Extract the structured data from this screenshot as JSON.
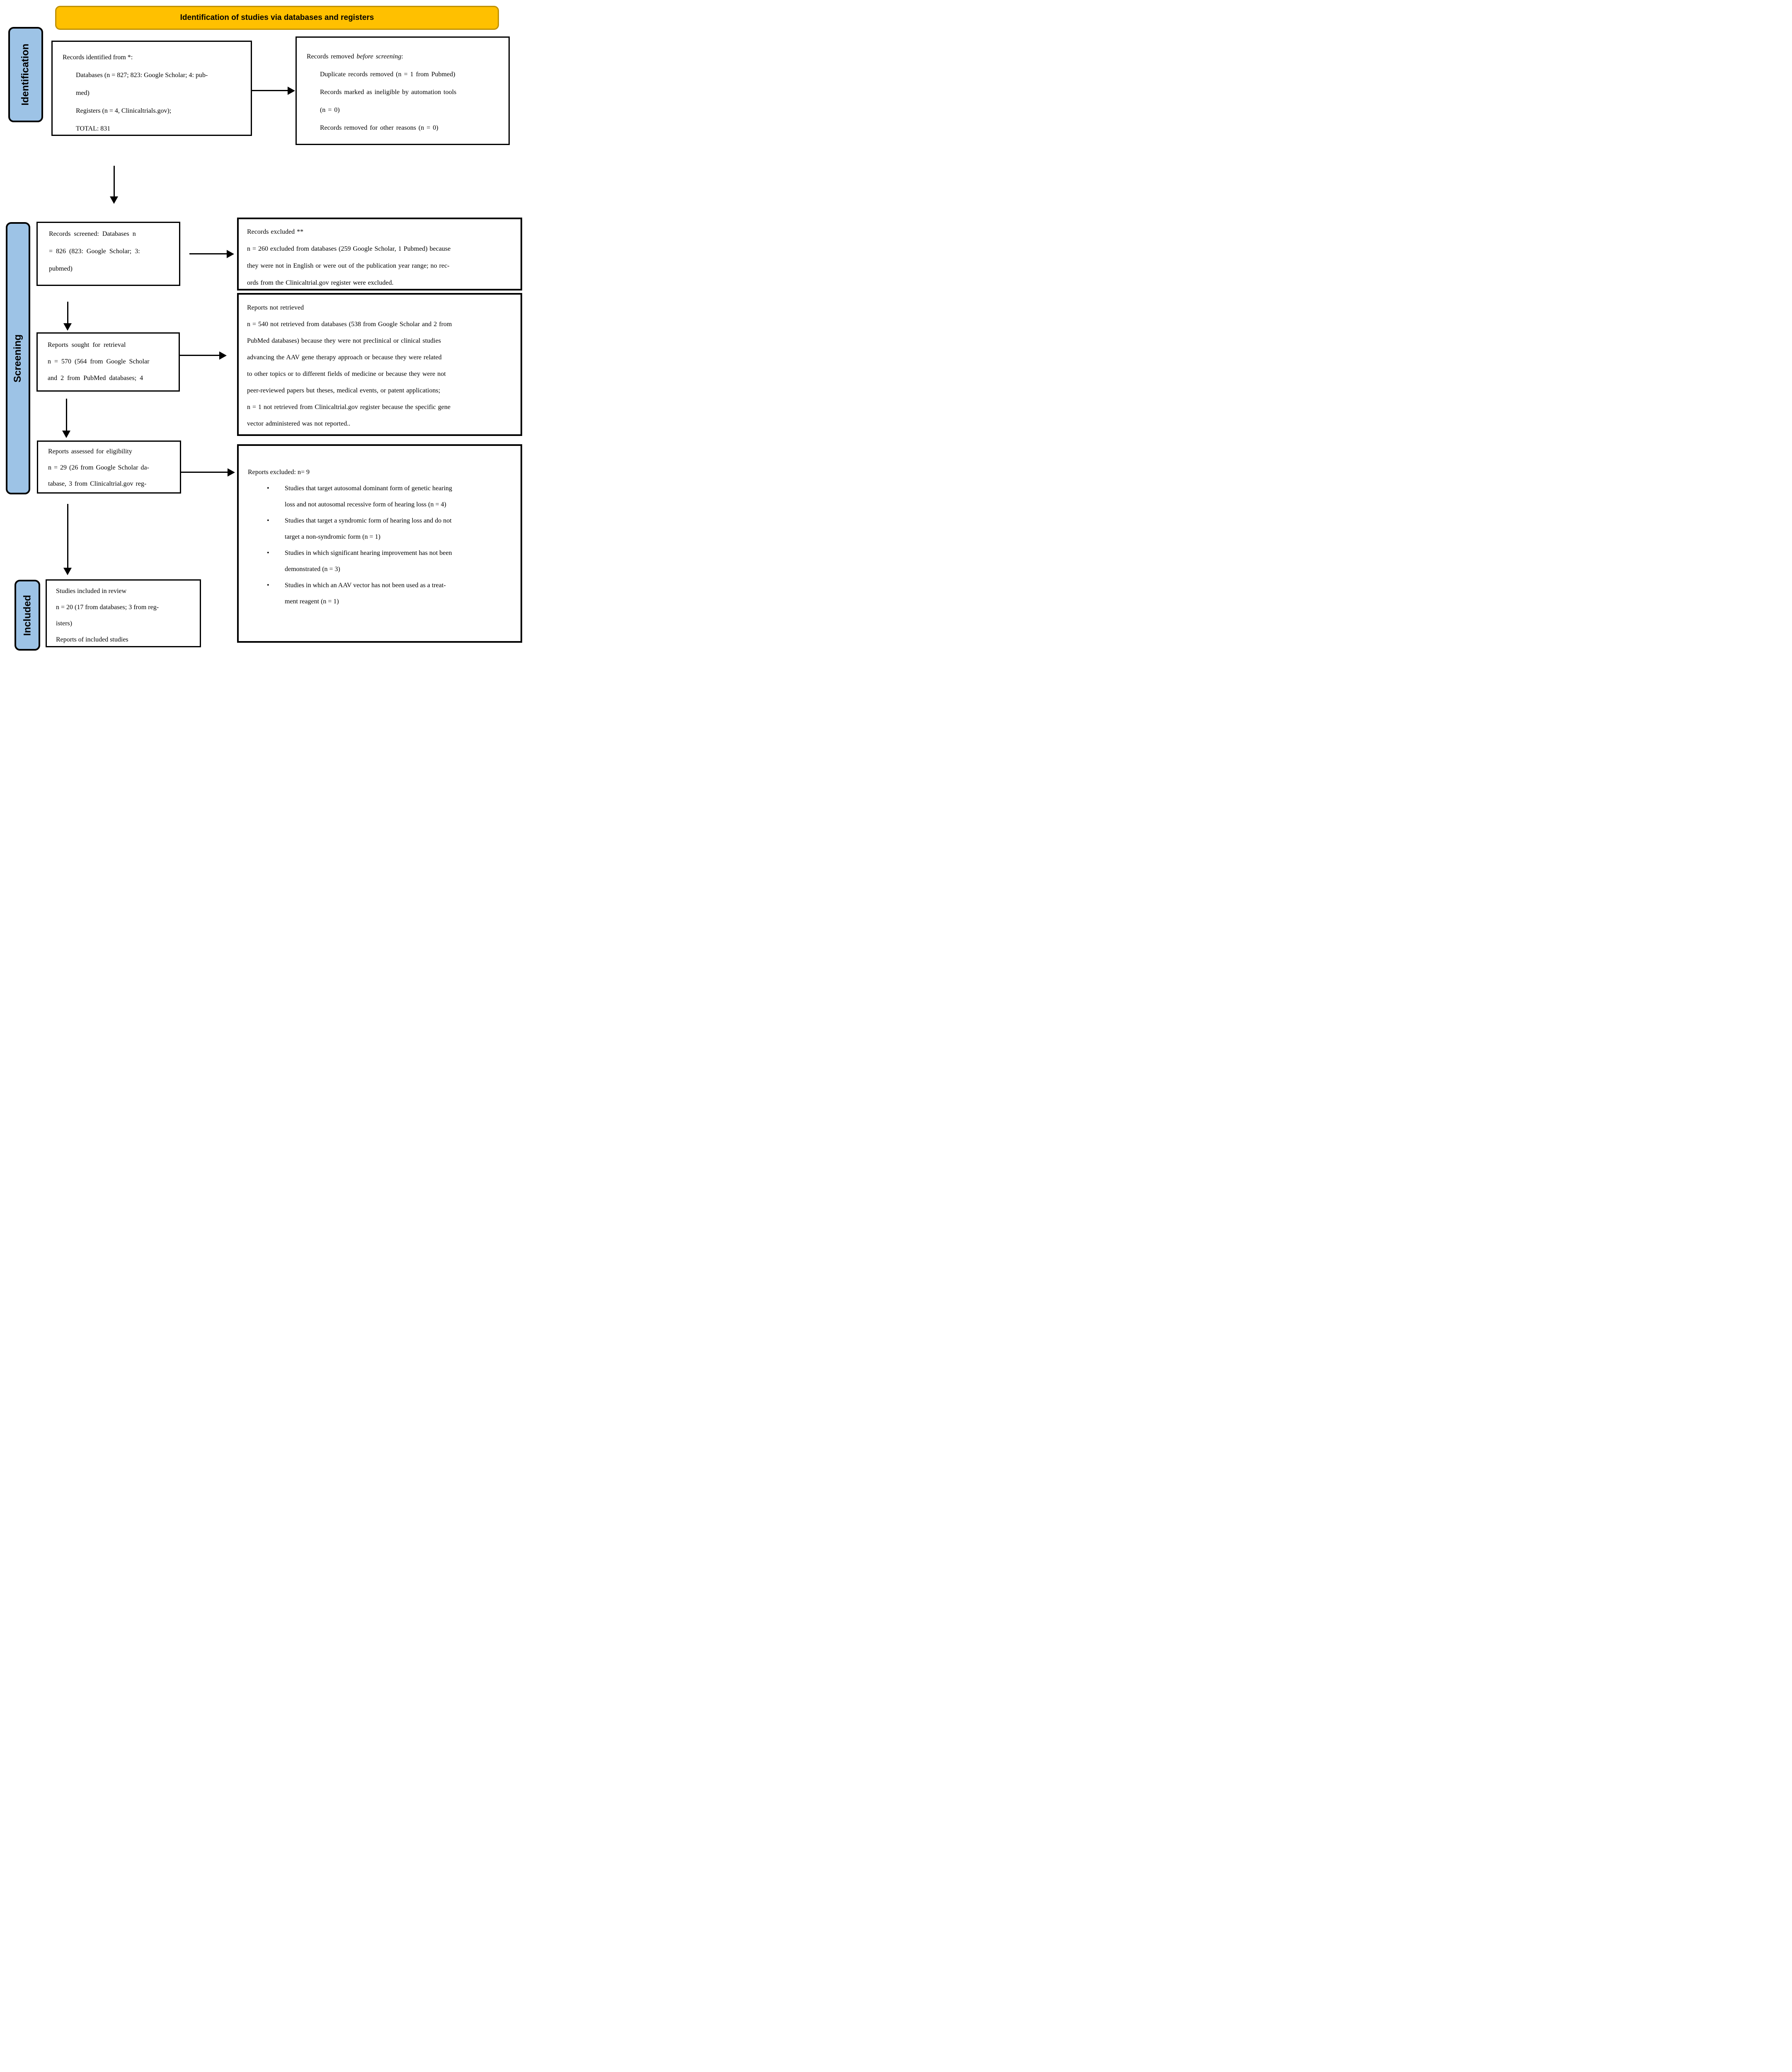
{
  "banner": {
    "title": "Identification of studies via databases and registers"
  },
  "stages": {
    "identification": "Identification",
    "screening": "Screening",
    "included": "Included"
  },
  "boxes": {
    "records_identified": {
      "title": "Records identified from *:",
      "indented_lines": [
        "Databases (n = 827; 823: Google Scholar; 4: pub-",
        "med)",
        "Registers (n = 4, Clinicaltrials.gov);",
        "TOTAL: 831"
      ]
    },
    "records_removed": {
      "title_prefix": "Records removed ",
      "title_italic": "before screening",
      "title_suffix": ":",
      "indented_lines": [
        "Duplicate records removed (n = 1 from Pubmed)",
        "Records marked as ineligible by automation tools",
        "(n = 0)",
        "Records removed for other reasons (n = 0)"
      ]
    },
    "records_screened": {
      "lines": [
        "Records screened: Databases n",
        "= 826 (823: Google Scholar; 3:",
        "pubmed)"
      ]
    },
    "records_excluded": {
      "lines": [
        "Records excluded **",
        "n = 260 excluded from databases (259 Google Scholar, 1 Pubmed) because",
        "they were not in English or were out of the publication year range; no rec-",
        "ords from the Clinicaltrial.gov register were excluded."
      ]
    },
    "reports_sought": {
      "lines": [
        "Reports sought for retrieval",
        "n = 570 (564 from Google Scholar",
        "and 2 from PubMed databases; 4"
      ]
    },
    "reports_not_retrieved": {
      "lines": [
        "Reports not retrieved",
        "n = 540 not retrieved from databases (538 from Google Scholar and 2 from",
        "PubMed databases) because they were not preclinical or clinical studies",
        "advancing the AAV gene therapy approach or because they were related",
        "to other topics or to different fields of medicine or because they were not",
        "peer-reviewed papers but theses, medical events, or patent applications;",
        "n = 1 not retrieved from Clinicaltrial.gov register because the specific gene",
        "vector administered was not reported.."
      ]
    },
    "reports_assessed": {
      "lines": [
        "Reports assessed for eligibility",
        "n = 29 (26 from Google Scholar da-",
        "tabase, 3 from Clinicaltrial.gov reg-"
      ]
    },
    "reports_excluded": {
      "title": "Reports excluded: n= 9",
      "bullets": [
        [
          "Studies that target autosomal dominant form of genetic hearing",
          "loss and not autosomal recessive form of hearing loss (n = 4)"
        ],
        [
          "Studies that target a syndromic form of hearing loss and do not",
          "target a non-syndromic form (n = 1)"
        ],
        [
          "Studies in which significant hearing improvement has not been",
          "demonstrated (n = 3)"
        ],
        [
          "Studies in which an AAV vector has not been used as a treat-",
          "ment reagent (n = 1)"
        ]
      ]
    },
    "studies_included": {
      "lines": [
        "Studies included in review",
        "n = 20 (17 from databases; 3 from reg-",
        "isters)",
        "Reports of included studies"
      ]
    }
  },
  "colors": {
    "banner_fill": "#FFC000",
    "banner_border": "#BF9000",
    "stage_fill": "#9DC3E6",
    "stage_border": "#000000",
    "box_border": "#000000",
    "arrow": "#000000"
  }
}
